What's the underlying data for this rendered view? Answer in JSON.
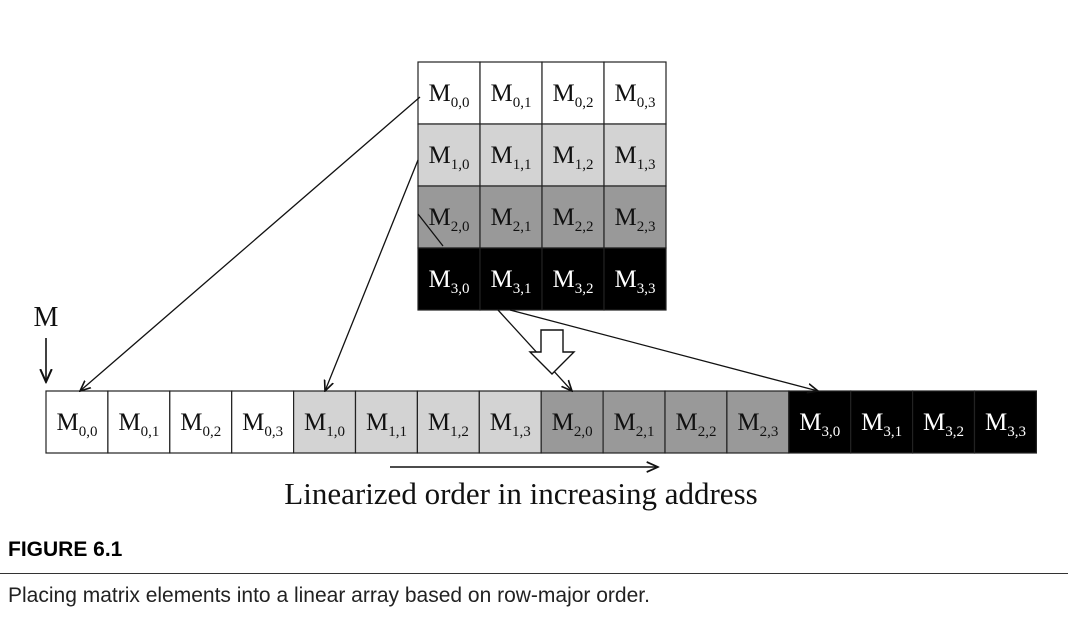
{
  "diagram": {
    "matrix_name": "M",
    "base_symbol": "M",
    "rows": 4,
    "cols": 4,
    "row_fill_colors": [
      "#ffffff",
      "#d3d3d3",
      "#999999",
      "#000000"
    ],
    "row_text_colors": [
      "#111111",
      "#111111",
      "#111111",
      "#ffffff"
    ],
    "cells": [
      [
        {
          "sub": "0,0"
        },
        {
          "sub": "0,1"
        },
        {
          "sub": "0,2"
        },
        {
          "sub": "0,3"
        }
      ],
      [
        {
          "sub": "1,0"
        },
        {
          "sub": "1,1"
        },
        {
          "sub": "1,2"
        },
        {
          "sub": "1,3"
        }
      ],
      [
        {
          "sub": "2,0"
        },
        {
          "sub": "2,1"
        },
        {
          "sub": "2,2"
        },
        {
          "sub": "2,3"
        }
      ],
      [
        {
          "sub": "3,0"
        },
        {
          "sub": "3,1"
        },
        {
          "sub": "3,2"
        },
        {
          "sub": "3,3"
        }
      ]
    ],
    "linear_order_caption": "Linearized order in increasing address"
  },
  "figure": {
    "label": "FIGURE 6.1",
    "caption": "Placing matrix elements into a linear array based on row-major order."
  }
}
